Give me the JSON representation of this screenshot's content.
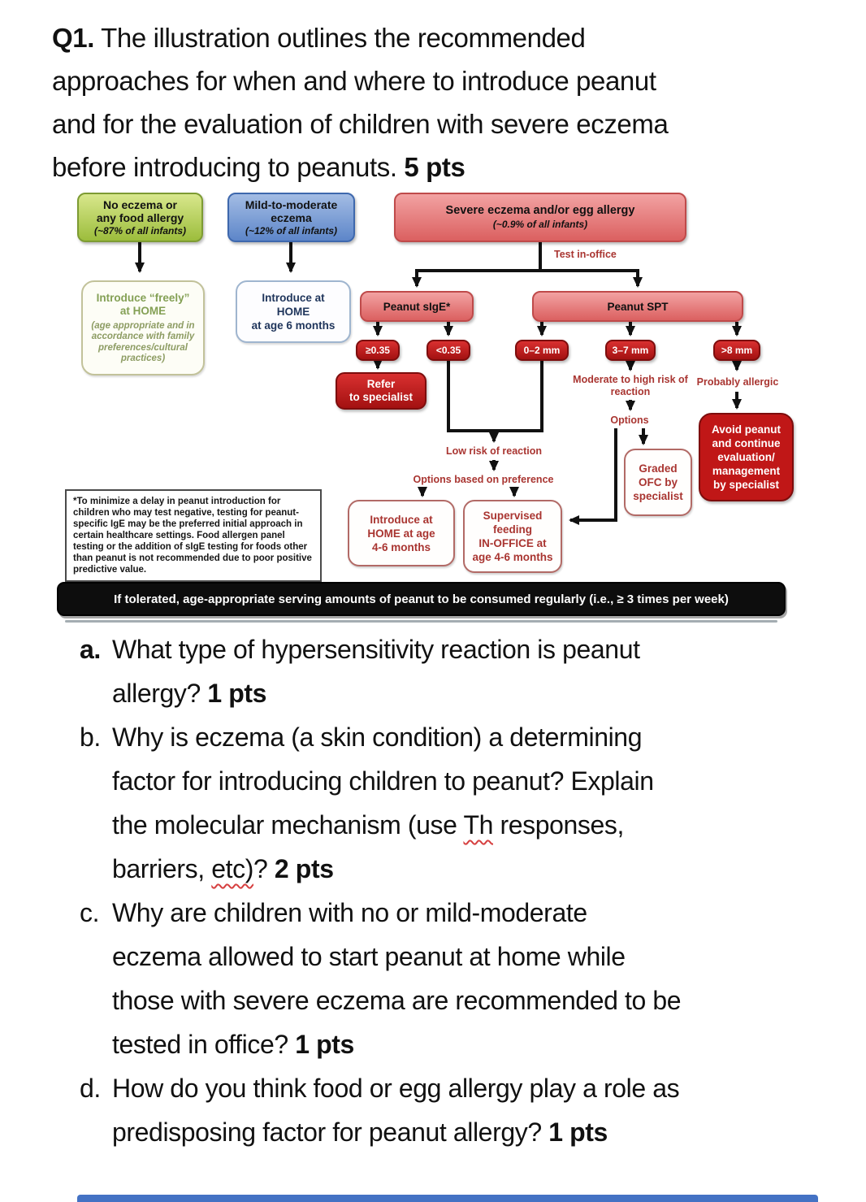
{
  "title": {
    "label": "Q1.",
    "body": " The illustration outlines the recommended\napproaches for when and where to introduce peanut\nand for the evaluation of children with severe eczema\nbefore introducing to peanuts. ",
    "pts": "5 pts"
  },
  "flowchart": {
    "nodes": {
      "no_eczema": {
        "title": "No eczema or\nany food allergy",
        "subtitle": "(~87% of all infants)"
      },
      "mild_eczema": {
        "title": "Mild-to-moderate\neczema",
        "subtitle": "(~12% of all infants)"
      },
      "severe_eczema": {
        "title": "Severe eczema and/or egg allergy",
        "subtitle": "(~0.9% of all infants)"
      },
      "introduce_freely": {
        "title": "Introduce “freely”\nat HOME",
        "subtitle": "(age appropriate and in\naccordance with family\npreferences/cultural\npractices)"
      },
      "introduce_home_6mo": {
        "title": "Introduce at\nHOME\nat age 6 months"
      },
      "peanut_sige": {
        "title": "Peanut sIgE*"
      },
      "peanut_spt": {
        "title": "Peanut SPT"
      },
      "sige_high": {
        "title": "≥0.35"
      },
      "sige_low": {
        "title": "<0.35"
      },
      "spt_0_2": {
        "title": "0–2 mm"
      },
      "spt_3_7": {
        "title": "3–7 mm"
      },
      "spt_gt8": {
        "title": ">8 mm"
      },
      "refer_specialist": {
        "title": "Refer\nto specialist"
      },
      "introduce_home_46mo": {
        "title": "Introduce at\nHOME at age\n4-6 months"
      },
      "supervised_feeding": {
        "title": "Supervised\nfeeding\nIN-OFFICE at\nage 4-6 months"
      },
      "graded_ofc": {
        "title": "Graded\nOFC by\nspecialist"
      },
      "avoid_peanut": {
        "title": "Avoid peanut\nand continue\nevaluation/\nmanagement\nby specialist"
      }
    },
    "labels": {
      "test_in_office": "Test in-office",
      "low_risk": "Low risk of reaction",
      "options_preference": "Options based on preference",
      "moderate_risk": "Moderate to high risk of\nreaction",
      "options": "Options",
      "probably_allergic": "Probably allergic"
    },
    "footnote": "*To minimize a delay in peanut introduction for\nchildren who may test negative, testing for peanut-\nspecific IgE may be the preferred initial approach in\ncertain healthcare settings. Food allergen panel\ntesting or the addition of sIgE testing for foods other\nthan peanut is not recommended due to poor positive\npredictive value.",
    "banner": "If tolerated, age-appropriate serving amounts of peanut to be consumed regularly (i.e., ≥ 3 times per week)",
    "colors": {
      "green": "#9cbd3c",
      "blue": "#5d86c9",
      "salmon": "#db6060",
      "dark_red": "#c01d1d",
      "label_red": "#a93531",
      "navy": "#20365c",
      "olive": "#84a055",
      "banner_bg": "#0d0d0d",
      "bottom_bar_blue": "#4472c4"
    }
  },
  "questions": {
    "a": {
      "label": "a.",
      "text": "What type of hypersensitivity reaction is peanut\nallergy? ",
      "pts": "1 pts"
    },
    "b": {
      "label": "b.",
      "t1": "Why is eczema (a skin condition) a determining\nfactor for introducing children to peanut? Explain\nthe molecular mechanism (use ",
      "u1": "Th",
      "t2": " responses,\nbarriers, ",
      "u2": "etc)",
      "t3": "? ",
      "pts": "2 pts"
    },
    "c": {
      "label": "c.",
      "text": "Why are children with no or mild-moderate\neczema allowed to start peanut at home while\nthose with severe eczema are recommended to be\ntested in office? ",
      "pts": "1 pts"
    },
    "d": {
      "label": "d.",
      "text": "How do you think food or egg allergy play a role as\npredisposing factor for peanut allergy? ",
      "pts": "1 pts"
    }
  }
}
